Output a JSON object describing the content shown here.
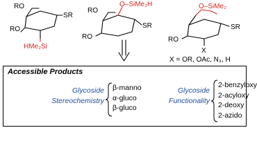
{
  "structures": {
    "s1": {
      "ro_upper": "RO",
      "ro_left": "RO",
      "sr": "SR",
      "si": "HMe₂Si"
    },
    "s2": {
      "ro_upper": "RO",
      "ro_left": "RO",
      "sr": "SR",
      "si": "O–SiMe₂H"
    },
    "s3": {
      "ro_left": "RO",
      "sr": "SR",
      "x": "X",
      "si": "O–SiMe₂"
    },
    "x_def": "X = OR, OAc, N₃, H"
  },
  "box": {
    "title": "Accessible Products",
    "groups": [
      {
        "category_line1": "Glycoside",
        "category_line2": "Stereochemistry",
        "items": [
          "β-manno",
          "α-gluco",
          "β-gluco"
        ]
      },
      {
        "category_line1": "Glycoside",
        "category_line2": "Functionality",
        "items": [
          "2-benzyloxy",
          "2-acyloxy",
          "2-deoxy",
          "2-azido"
        ]
      }
    ]
  },
  "colors": {
    "accent_red": "#d9271d",
    "category_blue": "#1f4fa0"
  }
}
